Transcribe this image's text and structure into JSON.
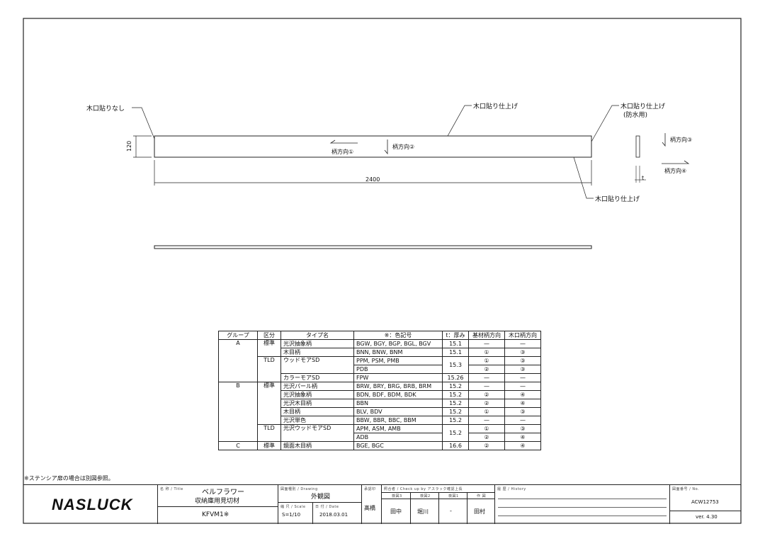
{
  "drawing": {
    "callouts": {
      "top_left": "木口貼りなし",
      "top_middle": "木口貼り仕上げ",
      "top_right_line1": "木口貼り仕上げ",
      "top_right_line2": "(防水用)",
      "bottom_right": "木口貼り仕上げ"
    },
    "dimensions": {
      "height": "120",
      "length": "2400",
      "thickness": "t"
    },
    "grain": {
      "dir1": "柄方向①",
      "dir2": "柄方向②",
      "dir3": "柄方向③",
      "dir4": "柄方向④"
    }
  },
  "table": {
    "headers": [
      "グループ",
      "区分",
      "タイプ名",
      "※：色記号",
      "t：厚み",
      "基材柄方向",
      "木口柄方向"
    ],
    "rows": [
      {
        "group": "A",
        "kubun": "標準",
        "type": "光沢抽象柄",
        "code": "BGW, BGY, BGP, BGL, BGV",
        "t": "15.1",
        "base": "—",
        "edge": "—"
      },
      {
        "group": "",
        "kubun": "",
        "type": "木目柄",
        "code": "BNN, BNW, BNM",
        "t": "15.1",
        "base": "①",
        "edge": "③"
      },
      {
        "group": "",
        "kubun": "TLD",
        "type": "ウッドモアSD",
        "code": "PPM, PSM, PMB",
        "t": "15.3",
        "base": "①",
        "edge": "③"
      },
      {
        "group": "",
        "kubun": "",
        "type": "",
        "code": "PDB",
        "t": "",
        "base": "②",
        "edge": "③"
      },
      {
        "group": "",
        "kubun": "",
        "type": "カラーモアSD",
        "code": "FPW",
        "t": "15.26",
        "base": "—",
        "edge": "—"
      },
      {
        "group": "B",
        "kubun": "標準",
        "type": "光沢パール柄",
        "code": "BRW, BRY, BRG, BRB, BRM",
        "t": "15.2",
        "base": "—",
        "edge": "—"
      },
      {
        "group": "",
        "kubun": "",
        "type": "光沢抽象柄",
        "code": "BDN, BDF, BDM, BDK",
        "t": "15.2",
        "base": "②",
        "edge": "④"
      },
      {
        "group": "",
        "kubun": "",
        "type": "光沢木目柄",
        "code": "BBN",
        "t": "15.2",
        "base": "②",
        "edge": "④"
      },
      {
        "group": "",
        "kubun": "",
        "type": "木目柄",
        "code": "BLV, BDV",
        "t": "15.2",
        "base": "①",
        "edge": "③"
      },
      {
        "group": "",
        "kubun": "",
        "type": "光沢単色",
        "code": "BBW, BBR, BBC, BBM",
        "t": "15.2",
        "base": "—",
        "edge": "—"
      },
      {
        "group": "",
        "kubun": "TLD",
        "type": "光沢ウッドモアSD",
        "code": "APM, ASM, AMB",
        "t": "15.2",
        "base": "①",
        "edge": "③"
      },
      {
        "group": "",
        "kubun": "",
        "type": "",
        "code": "ADB",
        "t": "",
        "base": "②",
        "edge": "④"
      },
      {
        "group": "C",
        "kubun": "標準",
        "type": "鏡面木目柄",
        "code": "BGE, BGC",
        "t": "16.6",
        "base": "②",
        "edge": "④"
      }
    ]
  },
  "footnote": "※ステンシア扉の場合は別図参照。",
  "titleblock": {
    "logo": "NASLUCK",
    "title_label": "名 称 / Title",
    "title_line1": "ベルフラワー",
    "title_line2": "収納庫用見切材",
    "model": "KFVM1※",
    "drawing_label": "図面種別 / Drawing",
    "drawing_value": "外観図",
    "scale_label": "縮 尺 / Scale",
    "scale_value": "S=1/10",
    "date_label": "日 付 / Date",
    "date_value": "2018.03.01",
    "approver_label": "承認印",
    "approver_value": "髙橋",
    "check_label": "照合者 / Check up by アスラック確認上長",
    "check_sub": [
      "検図3",
      "検図2",
      "検図1",
      "作 図"
    ],
    "check_values": [
      "田中",
      "堀川",
      "-",
      "田村"
    ],
    "history_label": "履 歴 / History",
    "number_label": "図面番号 / No.",
    "number_value": "ACW12753",
    "version": "ver. 4.30"
  }
}
